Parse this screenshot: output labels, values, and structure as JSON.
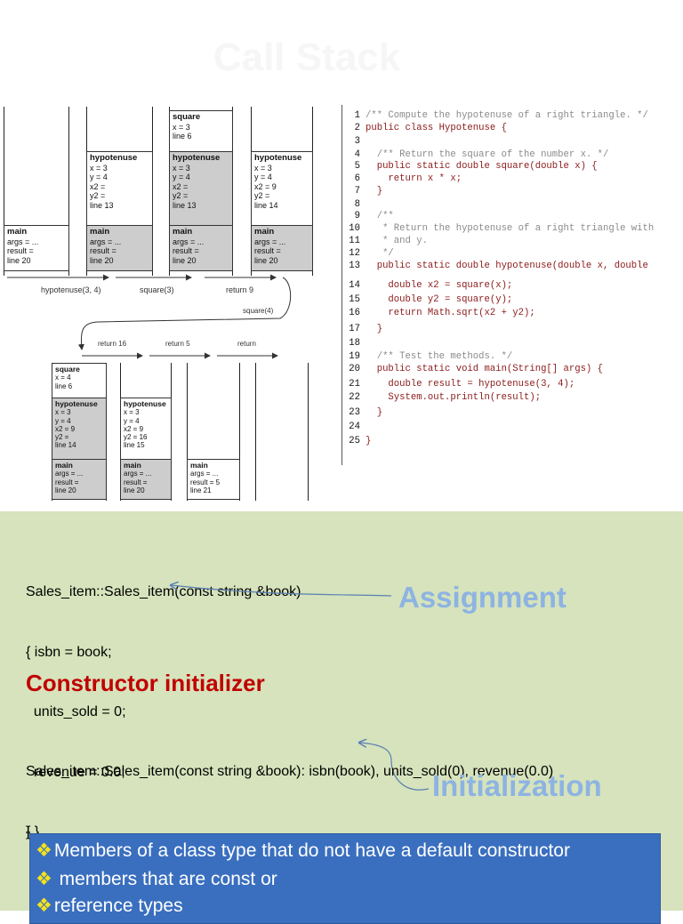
{
  "slide_title": "Call Stack",
  "stack_diagram": {
    "top_row": [
      {
        "frames": [
          {
            "fn": "main",
            "lines": [
              "args = ...",
              "result =",
              "line 20"
            ],
            "shade": "white"
          }
        ]
      },
      {
        "frames": [
          {
            "fn": "hypotenuse",
            "lines": [
              "x = 3",
              "y = 4",
              "x2 =",
              "y2 =",
              "line 13"
            ],
            "shade": "white"
          },
          {
            "fn": "main",
            "lines": [
              "args = ...",
              "result =",
              "line 20"
            ],
            "shade": "grey"
          }
        ]
      },
      {
        "frames": [
          {
            "fn": "square",
            "lines": [
              "x = 3",
              "line 6"
            ],
            "shade": "white"
          },
          {
            "fn": "hypotenuse",
            "lines": [
              "x = 3",
              "y = 4",
              "x2 =",
              "y2 =",
              "line 13"
            ],
            "shade": "grey"
          },
          {
            "fn": "main",
            "lines": [
              "args = ...",
              "result =",
              "line 20"
            ],
            "shade": "grey"
          }
        ]
      },
      {
        "frames": [
          {
            "fn": "hypotenuse",
            "lines": [
              "x = 3",
              "y = 4",
              "x2 = 9",
              "y2 =",
              "line 14"
            ],
            "shade": "white"
          },
          {
            "fn": "main",
            "lines": [
              "args = ...",
              "result =",
              "line 20"
            ],
            "shade": "grey"
          }
        ]
      }
    ],
    "top_arrows": [
      "hypotenuse(3, 4)",
      "square(3)",
      "return 9"
    ],
    "curve_label": "square(4)",
    "bottom_arrows": [
      "return 16",
      "return 5",
      "return"
    ],
    "bottom_row": [
      {
        "frames": [
          {
            "fn": "square",
            "lines": [
              "x = 4",
              "line 6"
            ],
            "shade": "white"
          },
          {
            "fn": "hypotenuse",
            "lines": [
              "x = 3",
              "y = 4",
              "x2 = 9",
              "y2 =",
              "line 14"
            ],
            "shade": "grey"
          },
          {
            "fn": "main",
            "lines": [
              "args = ...",
              "result =",
              "line 20"
            ],
            "shade": "grey"
          }
        ]
      },
      {
        "frames": [
          {
            "fn": "hypotenuse",
            "lines": [
              "x = 3",
              "y = 4",
              "x2 = 9",
              "y2 = 16",
              "line 15"
            ],
            "shade": "white"
          },
          {
            "fn": "main",
            "lines": [
              "args = ...",
              "result =",
              "line 20"
            ],
            "shade": "grey"
          }
        ]
      },
      {
        "frames": [
          {
            "fn": "main",
            "lines": [
              "args = ...",
              "result = 5",
              "line 21"
            ],
            "shade": "white"
          }
        ]
      },
      {
        "frames": []
      }
    ]
  },
  "code_listing": [
    {
      "n": "1",
      "text": "/** Compute the hypotenuse of a right triangle. */",
      "kind": "comment"
    },
    {
      "n": "2",
      "text": "public class Hypotenuse {",
      "kind": "code"
    },
    {
      "n": "3",
      "text": "",
      "kind": "code"
    },
    {
      "n": "4",
      "text": "  /** Return the square of the number x. */",
      "kind": "comment"
    },
    {
      "n": "5",
      "text": "  public static double square(double x) {",
      "kind": "code"
    },
    {
      "n": "6",
      "text": "    return x * x;",
      "kind": "code"
    },
    {
      "n": "7",
      "text": "  }",
      "kind": "code"
    },
    {
      "n": "8",
      "text": "",
      "kind": "code"
    },
    {
      "n": "9",
      "text": "  /**",
      "kind": "comment"
    },
    {
      "n": "10",
      "text": "   * Return the hypotenuse of a right triangle with",
      "kind": "comment"
    },
    {
      "n": "11",
      "text": "   * and y.",
      "kind": "comment"
    },
    {
      "n": "12",
      "text": "   */",
      "kind": "comment"
    },
    {
      "n": "13",
      "text": "  public static double hypotenuse(double x, double",
      "kind": "code"
    },
    {
      "n": "14",
      "text": "    double x2 = square(x);",
      "kind": "code"
    },
    {
      "n": "15",
      "text": "    double y2 = square(y);",
      "kind": "code"
    },
    {
      "n": "16",
      "text": "    return Math.sqrt(x2 + y2);",
      "kind": "code"
    },
    {
      "n": "17",
      "text": "  }",
      "kind": "code"
    },
    {
      "n": "18",
      "text": "",
      "kind": "code"
    },
    {
      "n": "19",
      "text": "  /** Test the methods. */",
      "kind": "comment"
    },
    {
      "n": "20",
      "text": "  public static void main(String[] args) {",
      "kind": "code"
    },
    {
      "n": "21",
      "text": "    double result = hypotenuse(3, 4);",
      "kind": "code"
    },
    {
      "n": "22",
      "text": "    System.out.println(result);",
      "kind": "code"
    },
    {
      "n": "23",
      "text": "  }",
      "kind": "code"
    },
    {
      "n": "24",
      "text": "",
      "kind": "code"
    },
    {
      "n": "25",
      "text": "}",
      "kind": "code"
    }
  ],
  "constructor_slide": {
    "assignment_code": [
      "Sales_item::Sales_item(const string &book)",
      "{ isbn = book;",
      "  units_sold = 0;",
      "  revenue = 0.0;",
      "}"
    ],
    "assignment_label": "Assignment",
    "heading": "Constructor initializer",
    "initializer_code": [
      "Sales_item::Sales_item(const string &book): isbn(book), units_sold(0), revenue(0.0)",
      "{ }"
    ],
    "initialization_label": "Initialization",
    "bullet_symbol": "❖",
    "bullets": [
      "Members of a class type that do not have a default constructor",
      " members that are const or",
      "reference types"
    ]
  },
  "colors": {
    "slide_bg": "#d6e3bc",
    "heading_red": "#c00000",
    "label_blue": "#8db3e2",
    "box_blue": "#3a6fbf",
    "bullet_yellow": "#f5e31a",
    "frame_grey": "#cdcdcd"
  }
}
